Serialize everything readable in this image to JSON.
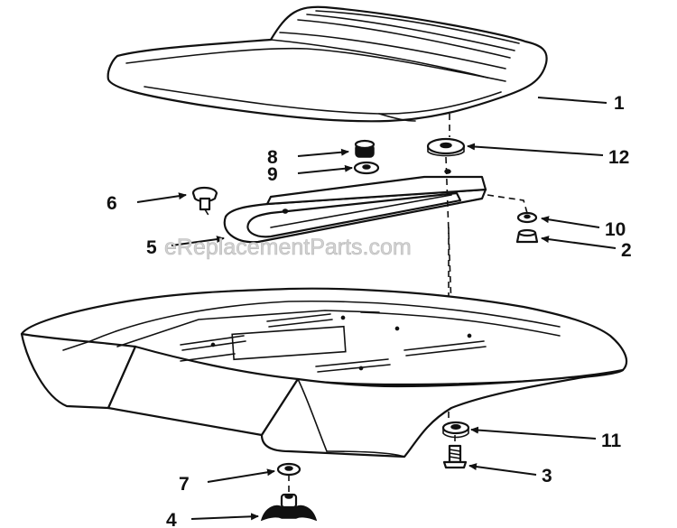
{
  "watermark": "eReplacementParts.com",
  "callouts": [
    {
      "id": "1",
      "label": "1"
    },
    {
      "id": "12",
      "label": "12"
    },
    {
      "id": "8",
      "label": "8"
    },
    {
      "id": "9",
      "label": "9"
    },
    {
      "id": "6",
      "label": "6"
    },
    {
      "id": "5",
      "label": "5"
    },
    {
      "id": "10",
      "label": "10"
    },
    {
      "id": "2",
      "label": "2"
    },
    {
      "id": "11",
      "label": "11"
    },
    {
      "id": "3",
      "label": "3"
    },
    {
      "id": "7",
      "label": "7"
    },
    {
      "id": "4",
      "label": "4"
    }
  ]
}
